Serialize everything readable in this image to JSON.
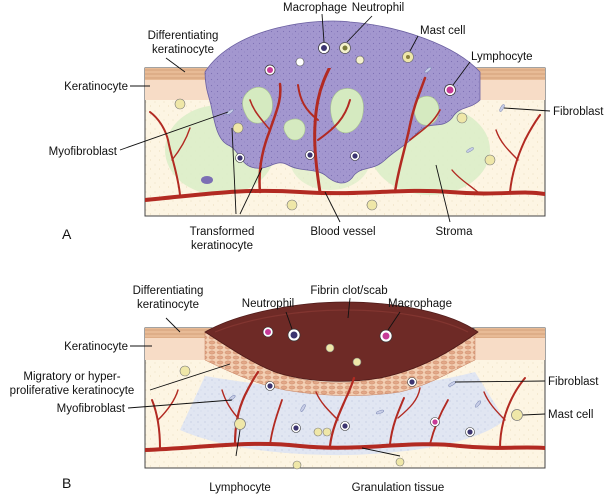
{
  "panel_a": {
    "letter": "A",
    "labels": {
      "macrophage": "Macrophage",
      "neutrophil": "Neutrophil",
      "mast_cell": "Mast cell",
      "lymphocyte": "Lymphocyte",
      "differentiating_keratinocyte": [
        "Differentiating",
        "keratinocyte"
      ],
      "keratinocyte": "Keratinocyte",
      "fibroblast": "Fibroblast",
      "myofibroblast": "Myofibroblast",
      "transformed_keratinocyte": [
        "Transformed",
        "keratinocyte"
      ],
      "blood_vessel": "Blood vessel",
      "stroma": "Stroma"
    }
  },
  "panel_b": {
    "letter": "B",
    "labels": {
      "differentiating_keratinocyte": [
        "Differentiating",
        "keratinocyte"
      ],
      "neutrophil": "Neutrophil",
      "fibrin_clot": "Fibrin clot/scab",
      "macrophage": "Macrophage",
      "keratinocyte": "Keratinocyte",
      "migratory_keratinocyte": [
        "Migratory or hyper-",
        "proliferative keratinocyte"
      ],
      "fibroblast": "Fibroblast",
      "myofibroblast": "Myofibroblast",
      "mast_cell": "Mast cell",
      "lymphocyte": "Lymphocyte",
      "granulation_tissue": "Granulation tissue"
    }
  },
  "colors": {
    "vessel": "#b22a22",
    "epidermis_purple": "#9b8fc7",
    "clot": "#6e2a26",
    "stroma_green": "#d9ecc4",
    "granulation_blue": "#d7deef",
    "dermis": "#fdf5e3",
    "skin_layer": "#e3b38e"
  }
}
